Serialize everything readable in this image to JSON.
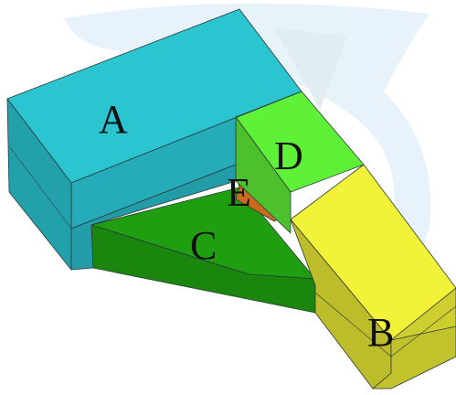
{
  "blocks": [
    {
      "id": "A",
      "label": "A",
      "color": "#2bc4d1"
    },
    {
      "id": "B",
      "label": "B",
      "color": "#f2f238"
    },
    {
      "id": "C",
      "label": "C",
      "color": "#1f9e10"
    },
    {
      "id": "D",
      "label": "D",
      "color": "#5ff038"
    },
    {
      "id": "E",
      "label": "E",
      "color": "#c86a20"
    }
  ],
  "watermark_color": "#e6f1f9"
}
